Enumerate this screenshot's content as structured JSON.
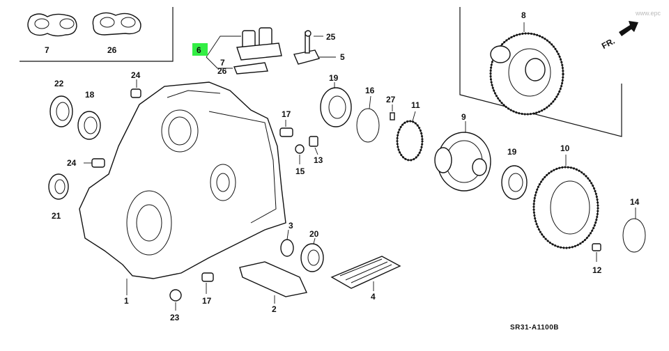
{
  "watermark": "www.epc",
  "drawing_code": "SR31-A1100B",
  "direction_label": "FR.",
  "highlighted_callout": "6",
  "callouts": {
    "c7a": "7",
    "c26a": "26",
    "c6": "6",
    "c7b": "7",
    "c26b": "26",
    "c25": "25",
    "c5": "5",
    "c8": "8",
    "c22": "22",
    "c18": "18",
    "c24a": "24",
    "c19a": "19",
    "c16": "16",
    "c27": "27",
    "c11": "11",
    "c9": "9",
    "c10": "10",
    "c17a": "17",
    "c15": "15",
    "c13": "13",
    "c24b": "24",
    "c19b": "19",
    "c21": "21",
    "c3": "3",
    "c20": "20",
    "c14": "14",
    "c12": "12",
    "c1": "1",
    "c17b": "17",
    "c2": "2",
    "c4": "4",
    "c23": "23"
  }
}
